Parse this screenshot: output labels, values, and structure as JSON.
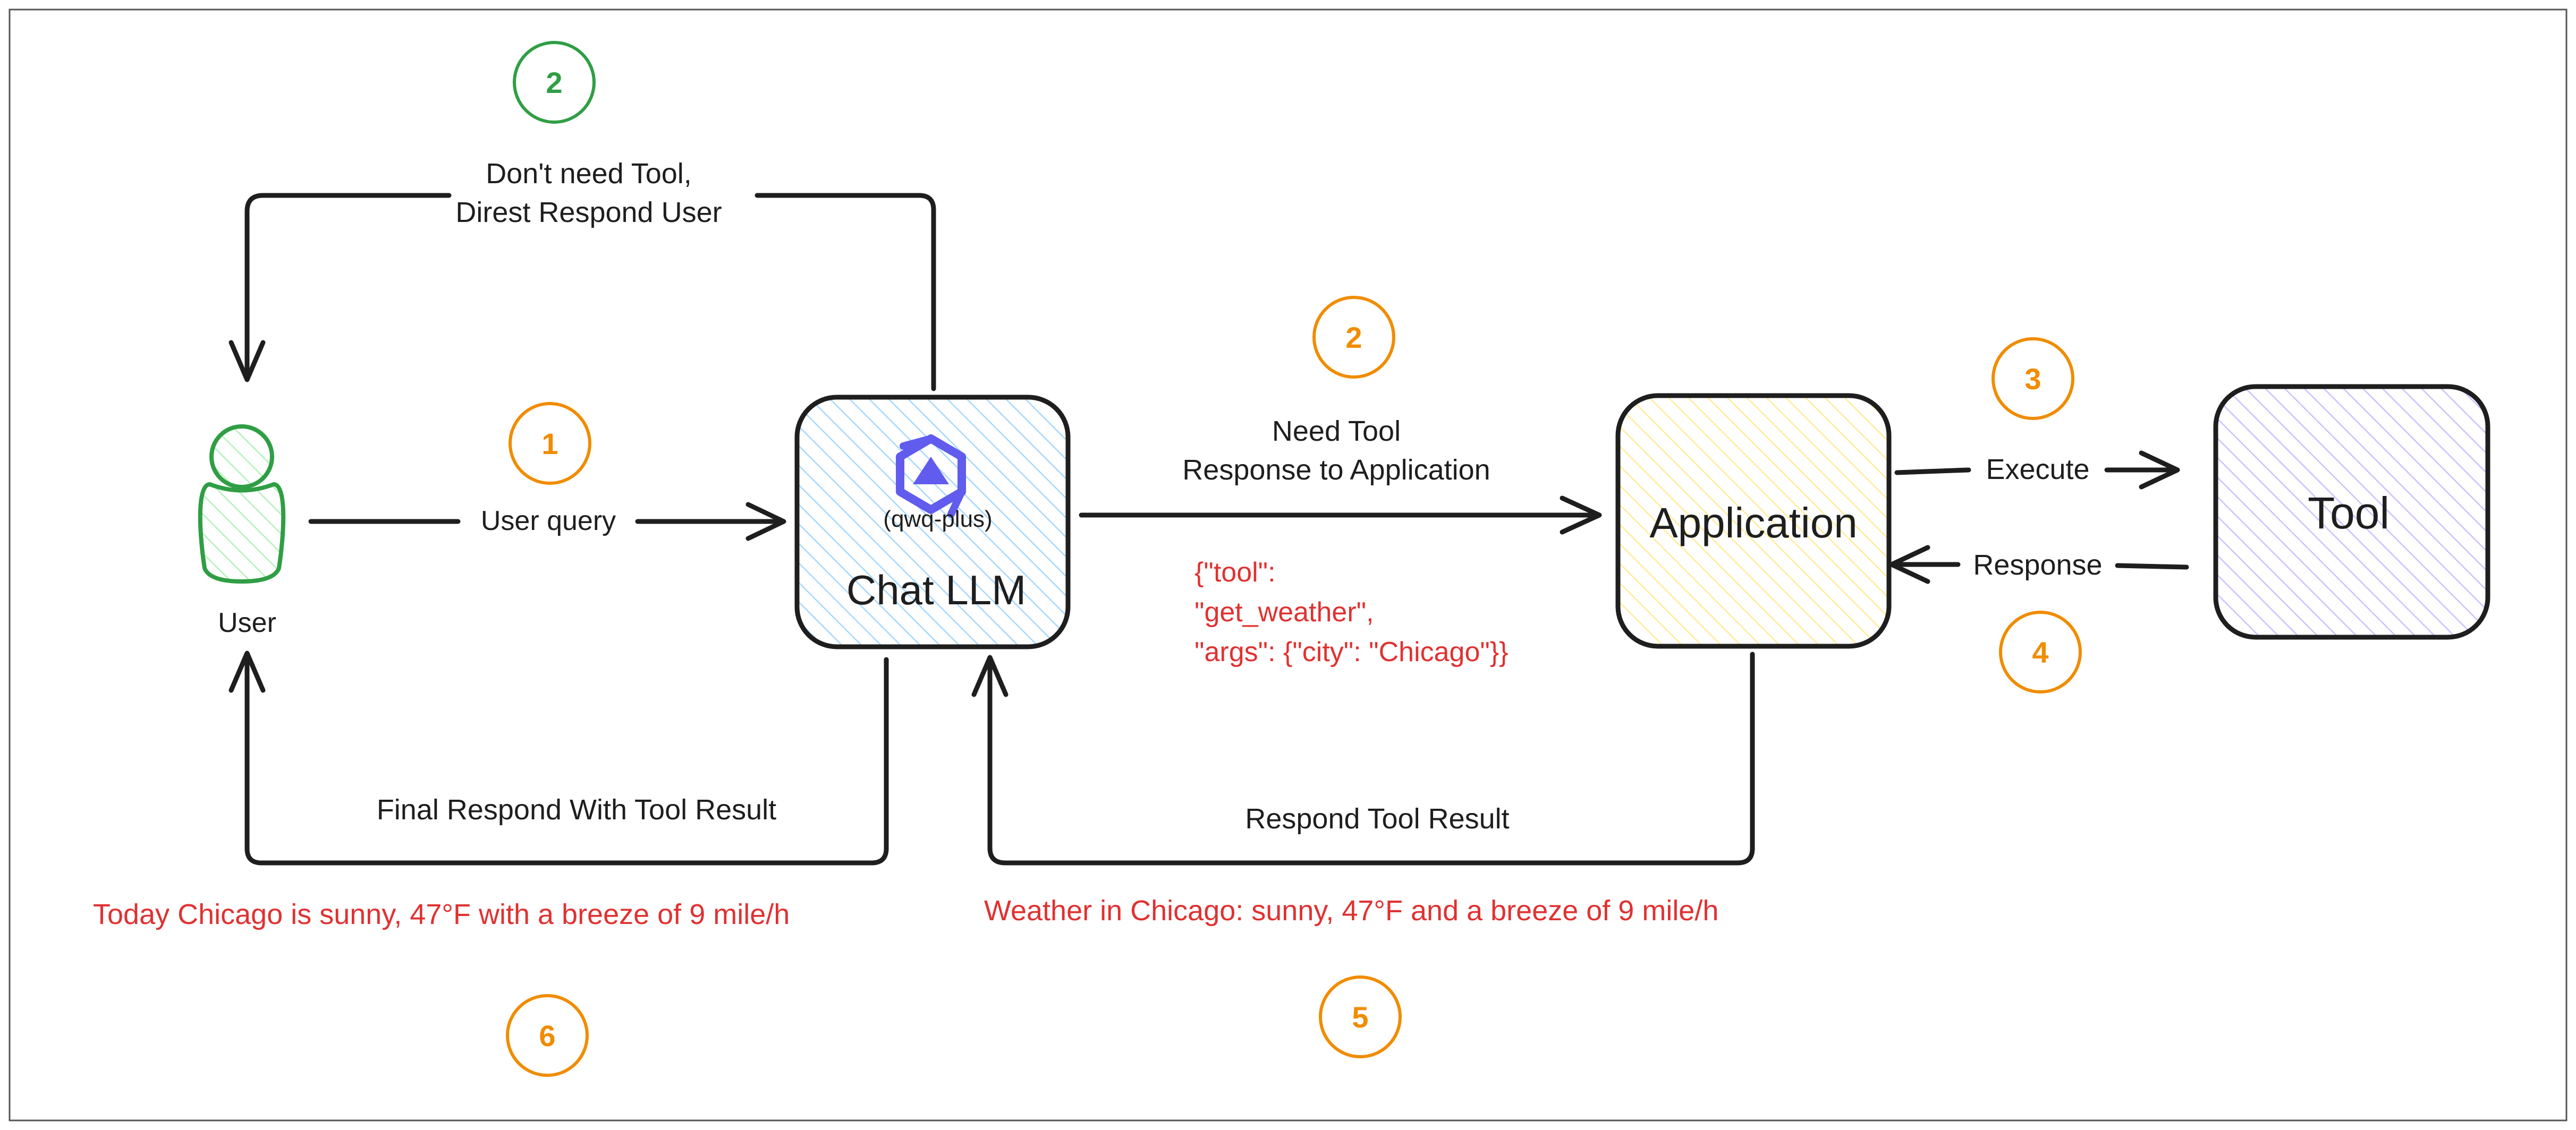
{
  "colors": {
    "stroke": "#1e1e1e",
    "red_text": "#e03131",
    "orange_badge": "#f08c00",
    "green_badge": "#2f9e44",
    "user_fill": "#b2f2bb",
    "llm_fill": "#a5d8ff",
    "app_fill": "#ffec99",
    "tool_fill": "#d0bfff",
    "logo": "#615ced"
  },
  "nodes": {
    "user": {
      "label": "User"
    },
    "llm": {
      "model": "(qwq-plus)",
      "label": "Chat LLM",
      "icon": "qwen-logo-icon"
    },
    "application": {
      "label": "Application"
    },
    "tool": {
      "label": "Tool"
    }
  },
  "edges": {
    "user_query": "User query",
    "direct_line1": "Don't need Tool,",
    "direct_line2": "Direst Respond User",
    "need_tool_line1": "Need Tool",
    "need_tool_line2": "Response to Application",
    "execute": "Execute",
    "response": "Response",
    "respond_tool_result": "Respond Tool Result",
    "final_respond": "Final Respond With Tool Result"
  },
  "payloads": {
    "tool_call_line1": "{\"tool\":",
    "tool_call_line2": "\"get_weather\",",
    "tool_call_line3": "\"args\": {\"city\": \"Chicago\"}}",
    "tool_result": "Weather in Chicago: sunny, 47°F and a breeze of 9 mile/h",
    "final_answer": "Today Chicago is sunny, 47°F with a breeze of 9 mile/h"
  },
  "steps": {
    "s1": "1",
    "s2_green": "2",
    "s2_orange": "2",
    "s3": "3",
    "s4": "4",
    "s5": "5",
    "s6": "6"
  }
}
